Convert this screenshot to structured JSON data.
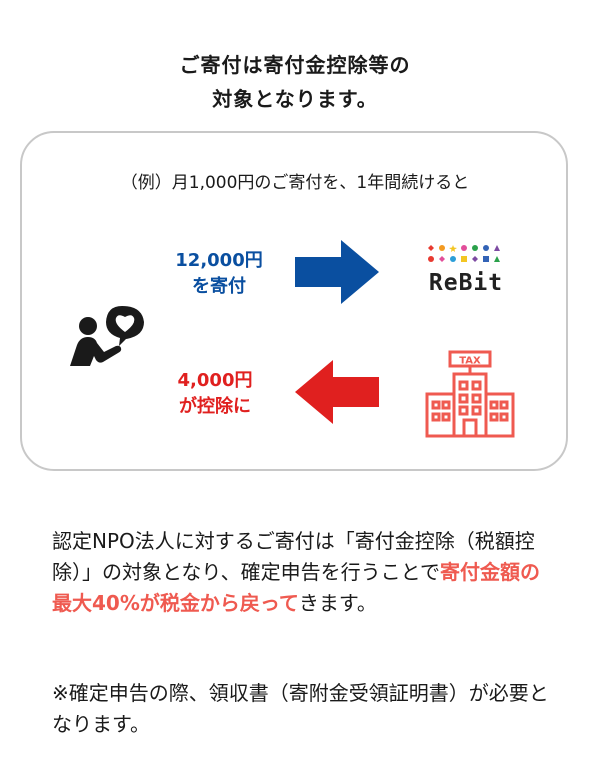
{
  "headline": {
    "line1": "ご寄付は寄付金控除等の",
    "line2": "対象となります。"
  },
  "example": {
    "text": "（例）月1,000円のご寄付を、1年間続けると"
  },
  "donation": {
    "amount": "12,000円",
    "label": "を寄付",
    "color": "#0a4fa0"
  },
  "deduction": {
    "amount": "4,000円",
    "label": "が控除に",
    "color": "#e0201f"
  },
  "org": {
    "logo_text": "ReBit"
  },
  "tax_office": {
    "sign": "TAX",
    "color": "#ef5a50"
  },
  "icons": {
    "donor": "person-heart-icon",
    "arrow_right": "arrow-right-icon",
    "arrow_left": "arrow-left-icon",
    "building": "tax-office-icon"
  },
  "body": {
    "part1": "認定NPO法人に対するご寄付は「寄付金控除（税額控除）」の対象となり、確定申告を行うことで",
    "highlight": "寄付金額の最大40%が税金から戻って",
    "part2": "きます。",
    "highlight_color": "#ef5a50"
  },
  "note": {
    "text": "※確定申告の際、領収書（寄附金受領証明書）が必要となります。"
  }
}
